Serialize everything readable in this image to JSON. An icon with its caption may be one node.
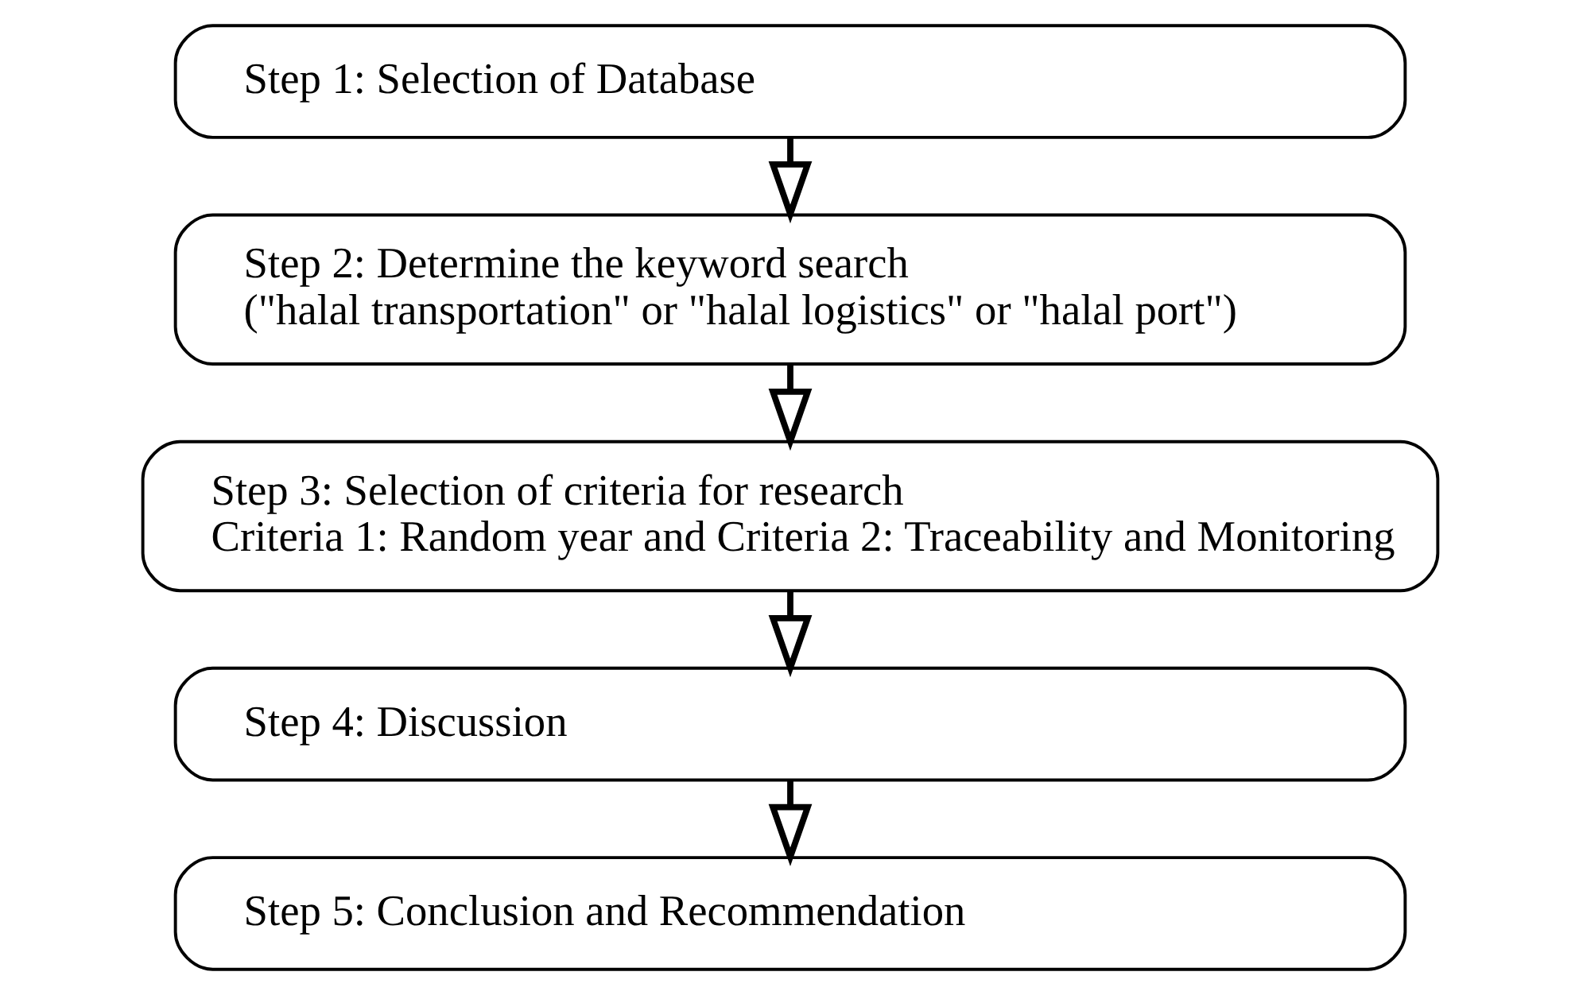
{
  "diagram": {
    "nodes": [
      {
        "text": [
          "Step 1: Selection of Database"
        ]
      },
      {
        "text": [
          "Step 2: Determine the keyword search",
          "(\"halal transportation\" or \"halal logistics\" or \"halal port\")"
        ]
      },
      {
        "text": [
          "Step 3: Selection of criteria for research",
          "Criteria 1: Random year and Criteria 2: Traceability and Monitoring"
        ]
      },
      {
        "text": [
          "Step 4: Discussion"
        ]
      },
      {
        "text": [
          "Step 5: Conclusion and Recommendation"
        ]
      }
    ],
    "edges": [
      {
        "from": 0,
        "to": 1,
        "arrow": "to"
      },
      {
        "from": 1,
        "to": 2,
        "arrow": "to"
      },
      {
        "from": 2,
        "to": 3,
        "arrow": "to"
      },
      {
        "from": 3,
        "to": 4,
        "arrow": "to"
      }
    ]
  }
}
